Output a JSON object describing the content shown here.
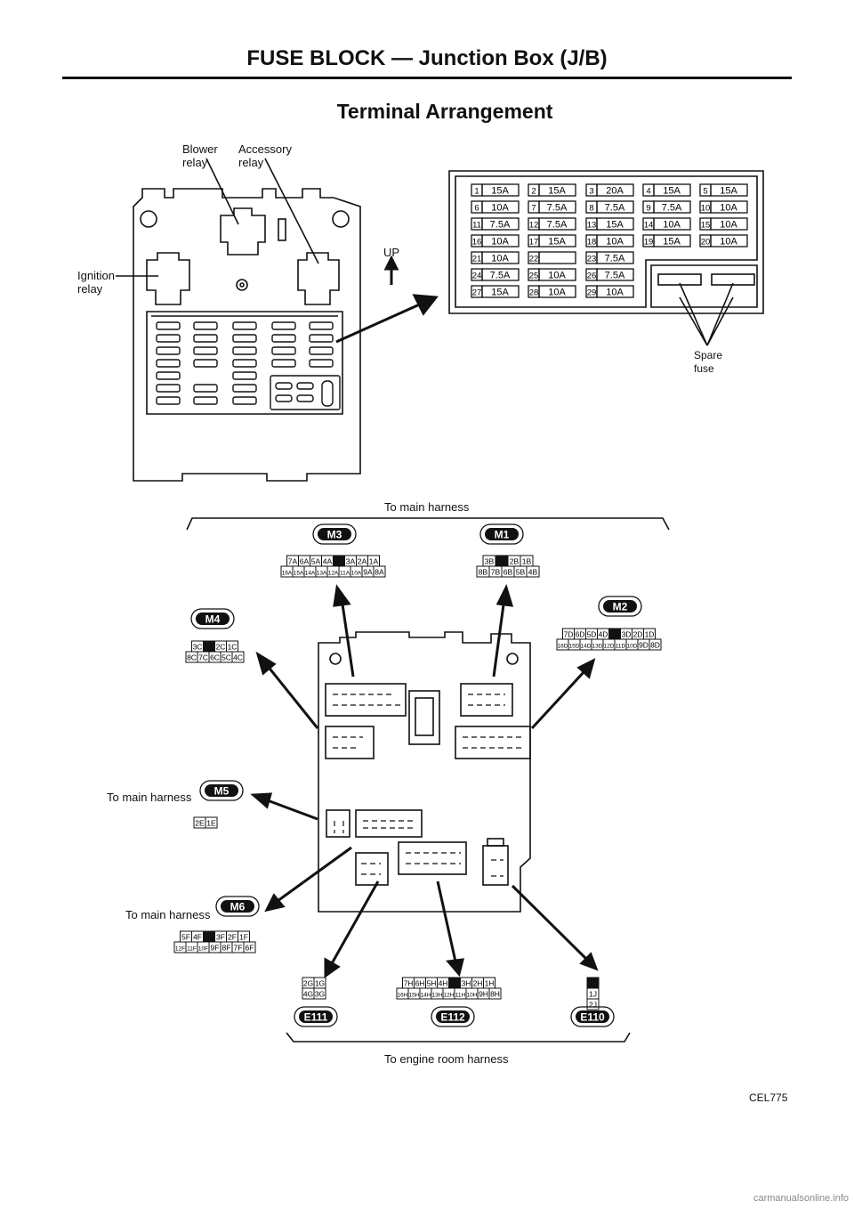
{
  "header": {
    "title": "FUSE BLOCK — Junction Box (J/B)",
    "subtitle": "Terminal Arrangement"
  },
  "labels": {
    "blower_relay": "Blower\nrelay",
    "accessory_relay": "Accessory\nrelay",
    "ignition_relay": "Ignition\nrelay",
    "up": "UP",
    "spare_fuse": "Spare\nfuse",
    "to_main_harness": "To main harness",
    "to_engine_room_harness": "To engine room harness",
    "figure_id": "CEL775",
    "watermark": "carmanualsonline.info"
  },
  "fuses": [
    {
      "no": "1",
      "amp": "15A"
    },
    {
      "no": "2",
      "amp": "15A"
    },
    {
      "no": "3",
      "amp": "20A"
    },
    {
      "no": "4",
      "amp": "15A"
    },
    {
      "no": "5",
      "amp": "15A"
    },
    {
      "no": "6",
      "amp": "10A"
    },
    {
      "no": "7",
      "amp": "7.5A"
    },
    {
      "no": "8",
      "amp": "7.5A"
    },
    {
      "no": "9",
      "amp": "7.5A"
    },
    {
      "no": "10",
      "amp": "10A"
    },
    {
      "no": "11",
      "amp": "7.5A"
    },
    {
      "no": "12",
      "amp": "7.5A"
    },
    {
      "no": "13",
      "amp": "15A"
    },
    {
      "no": "14",
      "amp": "10A"
    },
    {
      "no": "15",
      "amp": "10A"
    },
    {
      "no": "16",
      "amp": "10A"
    },
    {
      "no": "17",
      "amp": "15A"
    },
    {
      "no": "18",
      "amp": "10A"
    },
    {
      "no": "19",
      "amp": "15A"
    },
    {
      "no": "20",
      "amp": "10A"
    },
    {
      "no": "21",
      "amp": "10A"
    },
    {
      "no": "22",
      "amp": ""
    },
    {
      "no": "23",
      "amp": "7.5A"
    },
    {
      "no": "24",
      "amp": "7.5A"
    },
    {
      "no": "25",
      "amp": "10A"
    },
    {
      "no": "26",
      "amp": "7.5A"
    },
    {
      "no": "27",
      "amp": "15A"
    },
    {
      "no": "28",
      "amp": "10A"
    },
    {
      "no": "29",
      "amp": "10A"
    }
  ],
  "connectors": {
    "M3": {
      "name": "M3",
      "rows": [
        [
          "7A",
          "6A",
          "5A",
          "4A",
          "■",
          "3A",
          "2A",
          "1A"
        ],
        [
          "16A",
          "15A",
          "14A",
          "13A",
          "12A",
          "11A",
          "10A",
          "9A",
          "8A"
        ]
      ]
    },
    "M1": {
      "name": "M1",
      "rows": [
        [
          "3B",
          "■",
          "2B",
          "1B"
        ],
        [
          "8B",
          "7B",
          "6B",
          "5B",
          "4B"
        ]
      ]
    },
    "M4": {
      "name": "M4",
      "rows": [
        [
          "3C",
          "■",
          "2C",
          "1C"
        ],
        [
          "8C",
          "7C",
          "6C",
          "5C",
          "4C"
        ]
      ]
    },
    "M2": {
      "name": "M2",
      "rows": [
        [
          "7D",
          "6D",
          "5D",
          "4D",
          "■",
          "3D",
          "2D",
          "1D"
        ],
        [
          "16D",
          "15D",
          "14D",
          "13D",
          "12D",
          "11D",
          "10D",
          "9D",
          "8D"
        ]
      ]
    },
    "M5": {
      "name": "M5",
      "rows": [
        [
          "2E",
          "1E"
        ]
      ]
    },
    "M6": {
      "name": "M6",
      "rows": [
        [
          "5F",
          "4F",
          "■",
          "3F",
          "2F",
          "1F"
        ],
        [
          "12F",
          "11F",
          "10F",
          "9F",
          "8F",
          "7F",
          "6F"
        ]
      ]
    },
    "E111": {
      "name": "E111",
      "rows": [
        [
          "2G",
          "1G"
        ],
        [
          "4G",
          "3G"
        ]
      ]
    },
    "E112": {
      "name": "E112",
      "rows": [
        [
          "7H",
          "6H",
          "5H",
          "4H",
          "■",
          "3H",
          "2H",
          "1H"
        ],
        [
          "16H",
          "15H",
          "14H",
          "13H",
          "12H",
          "11H",
          "10H",
          "9H",
          "8H"
        ]
      ]
    },
    "E110": {
      "name": "E110",
      "rows": [
        [
          "■"
        ],
        [
          "1J"
        ],
        [
          "2J"
        ]
      ]
    }
  }
}
